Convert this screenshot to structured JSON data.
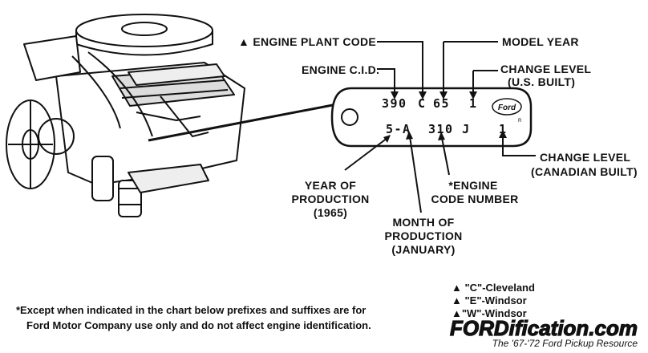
{
  "labels": {
    "engine_plant_code": "▲ ENGINE PLANT CODE",
    "model_year": "MODEL YEAR",
    "engine_cid": "ENGINE C.I.D.",
    "change_level_us": "CHANGE LEVEL",
    "change_level_us_sub": "(U.S. BUILT)",
    "change_level_can": "CHANGE LEVEL",
    "change_level_can_sub": "(CANADIAN BUILT)",
    "year_of_production": [
      "YEAR OF",
      "PRODUCTION",
      "(1965)"
    ],
    "month_of_production": [
      "MONTH OF",
      "PRODUCTION",
      "(JANUARY)"
    ],
    "engine_code_number": [
      "*ENGINE",
      "CODE NUMBER"
    ]
  },
  "tag": {
    "cid": "390",
    "plant": "C",
    "year": "65",
    "change_us": "1",
    "logo": "Ford",
    "date_code": "5-A",
    "engine_code": "310 J",
    "change_can": "1",
    "registered": "R"
  },
  "footnote": [
    "*Except when indicated in the chart below prefixes and suffixes are for",
    "Ford Motor Company use only and do not affect engine identification."
  ],
  "legend": [
    "▲ \"C\"-Cleveland",
    "▲ \"E\"-Windsor",
    "▲\"W\"-Windsor"
  ],
  "watermark": {
    "name": "FORDification.com",
    "tagline": "The '67-'72 Ford Pickup Resource"
  }
}
